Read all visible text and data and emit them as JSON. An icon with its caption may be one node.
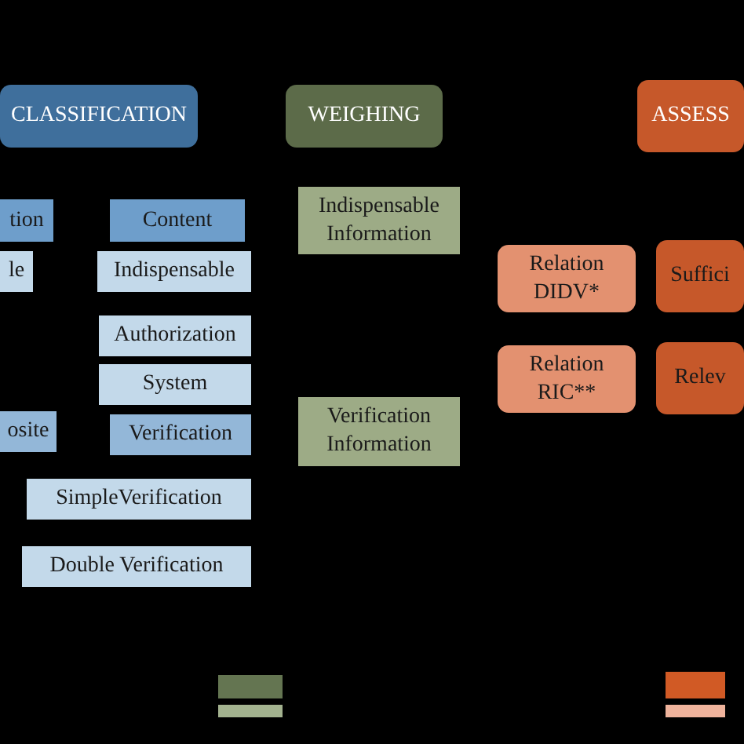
{
  "diagram": {
    "nodes": [
      {
        "text": [
          "CLASSIFICATION"
        ]
      },
      {
        "text": [
          "WEIGHING"
        ]
      },
      {
        "text": [
          "ASSESS"
        ]
      },
      {
        "text": [
          "tion"
        ]
      },
      {
        "text": [
          "Content"
        ]
      },
      {
        "text": [
          "Indispensable Information"
        ]
      },
      {
        "text": [
          "le"
        ]
      },
      {
        "text": [
          "Indispensable"
        ]
      },
      {
        "text": [
          "Relation DIDV*"
        ]
      },
      {
        "text": [
          "Suffici"
        ]
      },
      {
        "text": [
          "Authorization"
        ]
      },
      {
        "text": [
          "Relation RIC**"
        ]
      },
      {
        "text": [
          "Relev"
        ]
      },
      {
        "text": [
          "System"
        ]
      },
      {
        "text": [
          "Verification Information"
        ]
      },
      {
        "text": [
          "osite"
        ]
      },
      {
        "text": [
          "Verification"
        ]
      },
      {
        "text": [
          "SimpleVerification"
        ]
      },
      {
        "text": [
          "Double Verification"
        ]
      },
      {
        "text": [],
        "shape": "bar"
      },
      {
        "text": [],
        "shape": "bar"
      },
      {
        "text": [],
        "shape": "bar"
      },
      {
        "text": [],
        "shape": "bar"
      }
    ]
  }
}
